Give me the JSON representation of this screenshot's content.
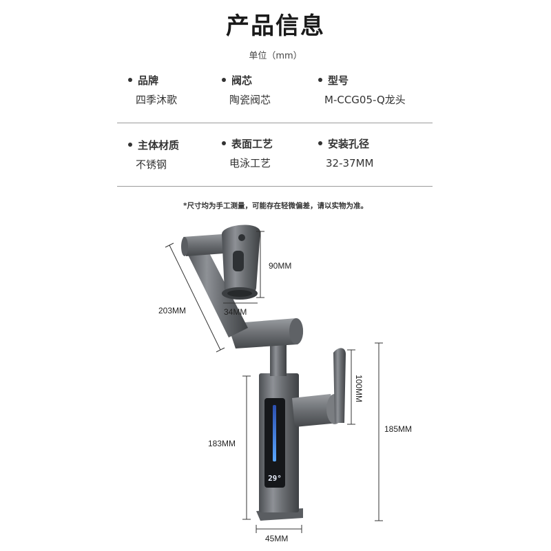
{
  "header": {
    "title": "产品信息",
    "unit": "单位（mm）"
  },
  "specs": [
    {
      "label": "品牌",
      "value": "四季沐歌"
    },
    {
      "label": "阀芯",
      "value": "陶瓷阀芯"
    },
    {
      "label": "型号",
      "value": "M-CCG05-Q龙头"
    },
    {
      "label": "主体材质",
      "value": "不锈钢"
    },
    {
      "label": "表面工艺",
      "value": "电泳工艺"
    },
    {
      "label": "安装孔径",
      "value": "32-37MM"
    }
  ],
  "note": "*尺寸均为手工测量，可能存在轻微偏差，请以实物为准。",
  "dimensions": {
    "arm_length": "203MM",
    "head_height": "90MM",
    "head_width": "34MM",
    "handle_height": "100MM",
    "body_height": "183MM",
    "total_height": "185MM",
    "base_width": "45MM"
  },
  "display": {
    "temperature": "29°"
  },
  "colors": {
    "text": "#222222",
    "divider": "#9a9a9a",
    "faucet_metal": "#6e7175",
    "display_blue": "#3d7bff"
  }
}
